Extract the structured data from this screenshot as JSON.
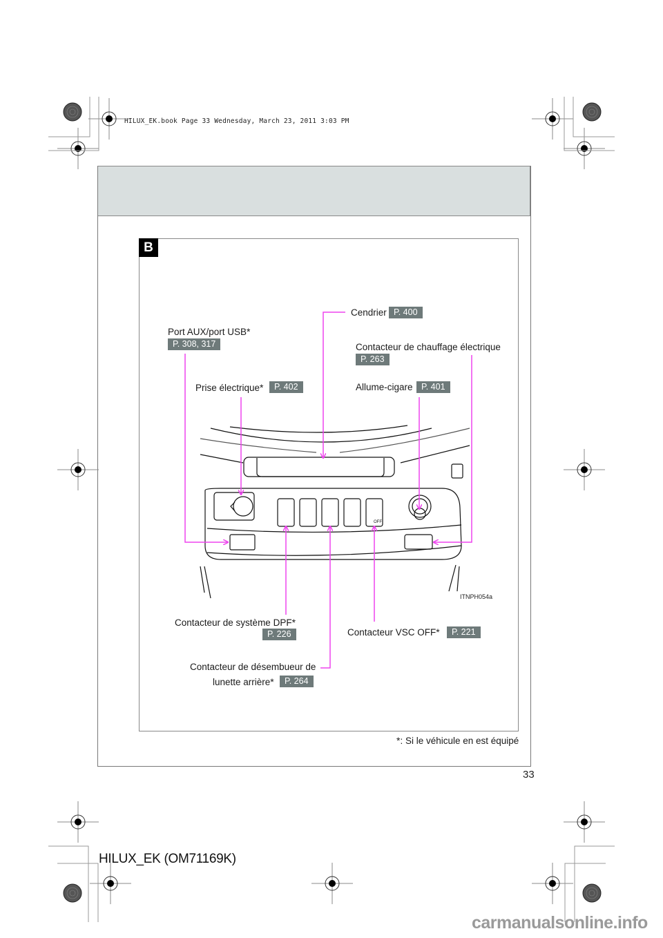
{
  "print_slug": "HILUX_EK.book  Page 33  Wednesday, March 23, 2011  3:03 PM",
  "panel": {
    "letter": "B",
    "figure_code": "ITNPH054a"
  },
  "callouts": {
    "cendrier": {
      "label": "Cendrier",
      "ref": "P. 400"
    },
    "port_aux_usb": {
      "label": "Port AUX/port USB",
      "asterisk": "*",
      "ref": "P. 308, 317"
    },
    "chauffage": {
      "label": "Contacteur de chauffage électrique",
      "ref": "P. 263"
    },
    "prise": {
      "label": "Prise électrique",
      "asterisk": "*",
      "ref": "P. 402"
    },
    "allume_cigare": {
      "label": "Allume-cigare",
      "ref": "P. 401"
    },
    "dpf": {
      "label": "Contacteur de système DPF",
      "asterisk": "*",
      "ref": "P. 226"
    },
    "vsc_off": {
      "label": "Contacteur VSC OFF",
      "asterisk": "*",
      "ref": "P. 221"
    },
    "desembueur": {
      "label_line1": "Contacteur de désembueur de",
      "label_line2": "lunette arrière",
      "asterisk": "*",
      "ref": "P. 264"
    }
  },
  "footnote": {
    "asterisk": "*",
    "text": ": Si le véhicule en est équipé"
  },
  "page_number": "33",
  "footer_title": "HILUX_EK (OM71169K)",
  "watermark": "carmanualsonline.info",
  "colors": {
    "leader_line": "#ee44ee",
    "badge_bg": "#6e7a7a",
    "header_strip": "#d9dfdf"
  }
}
